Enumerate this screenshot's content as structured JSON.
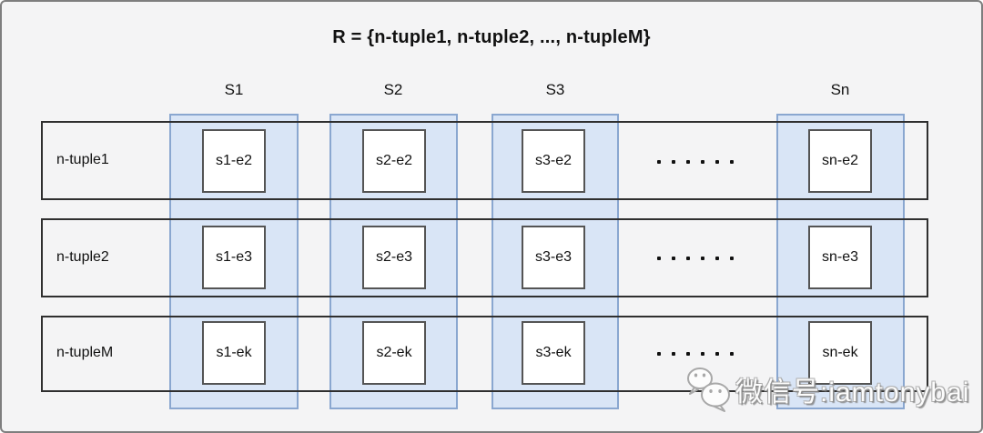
{
  "title": "R = {n-tuple1, n-tuple2, ..., n-tupleM}",
  "columns": [
    {
      "label": "S1"
    },
    {
      "label": "S2"
    },
    {
      "label": "S3"
    },
    {
      "label": "Sn"
    }
  ],
  "rows": [
    {
      "label": "n-tuple1",
      "cells": [
        "s1-e2",
        "s2-e2",
        "s3-e2",
        "sn-e2"
      ]
    },
    {
      "label": "n-tuple2",
      "cells": [
        "s1-e3",
        "s2-e3",
        "s3-e3",
        "sn-e3"
      ]
    },
    {
      "label": "n-tupleM",
      "cells": [
        "s1-ek",
        "s2-ek",
        "s3-ek",
        "sn-ek"
      ]
    }
  ],
  "ellipsis_dots_per_row": 6,
  "watermark": {
    "icon": "wechat-icon",
    "text": "微信号:iamtonybai"
  },
  "colors": {
    "background": "#f4f4f5",
    "outer_border": "#7e7e7e",
    "band_fill": "#d9e5f6",
    "band_border": "#8aa7d0",
    "row_border": "#2f2f2f",
    "cell_border": "#545454",
    "cell_fill": "#ffffff",
    "text": "#111111"
  }
}
